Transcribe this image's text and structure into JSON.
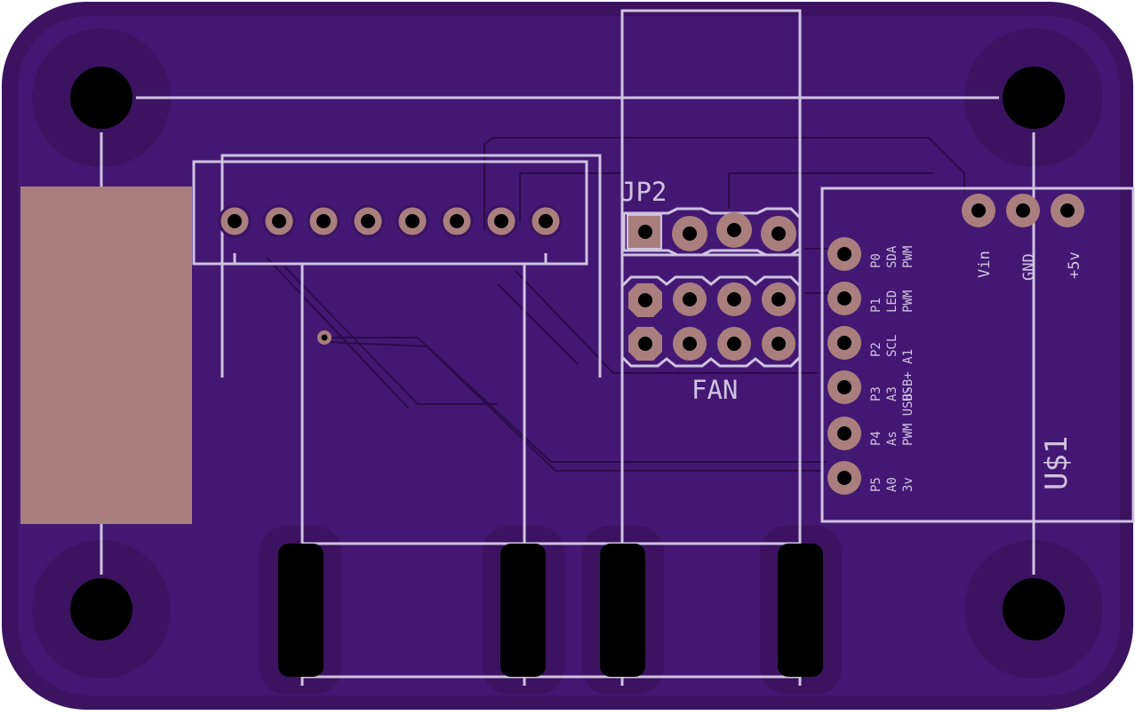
{
  "board": {
    "substrate_color": "#3b1361",
    "copper_pour_color": "#431873",
    "trace_outline_color": "#2a0c4a",
    "silkscreen_color": "#cfc3e0",
    "pad_color": "#a97f7d",
    "hole_color": "#000000"
  },
  "labels": {
    "jp2": "JP2",
    "fan": "FAN",
    "usd1": "U$1",
    "vin": "Vin",
    "gnd": "GND",
    "plus5v": "+5v"
  },
  "pin_labels": [
    {
      "pin": "P0",
      "f1": "SDA",
      "f2": "PWM"
    },
    {
      "pin": "P1",
      "f1": "LED",
      "f2": "PWM"
    },
    {
      "pin": "P2",
      "f1": "SCL",
      "f2": ""
    },
    {
      "pin": "P3",
      "f1": "A3",
      "f2": "USB+ A1"
    },
    {
      "pin": "P4",
      "f1": "As",
      "f2": "PWM USB-"
    },
    {
      "pin": "P5",
      "f1": "A0",
      "f2": "3v"
    }
  ],
  "icons": {
    "mounting_hole": "mounting-hole-icon",
    "via": "via-icon"
  }
}
